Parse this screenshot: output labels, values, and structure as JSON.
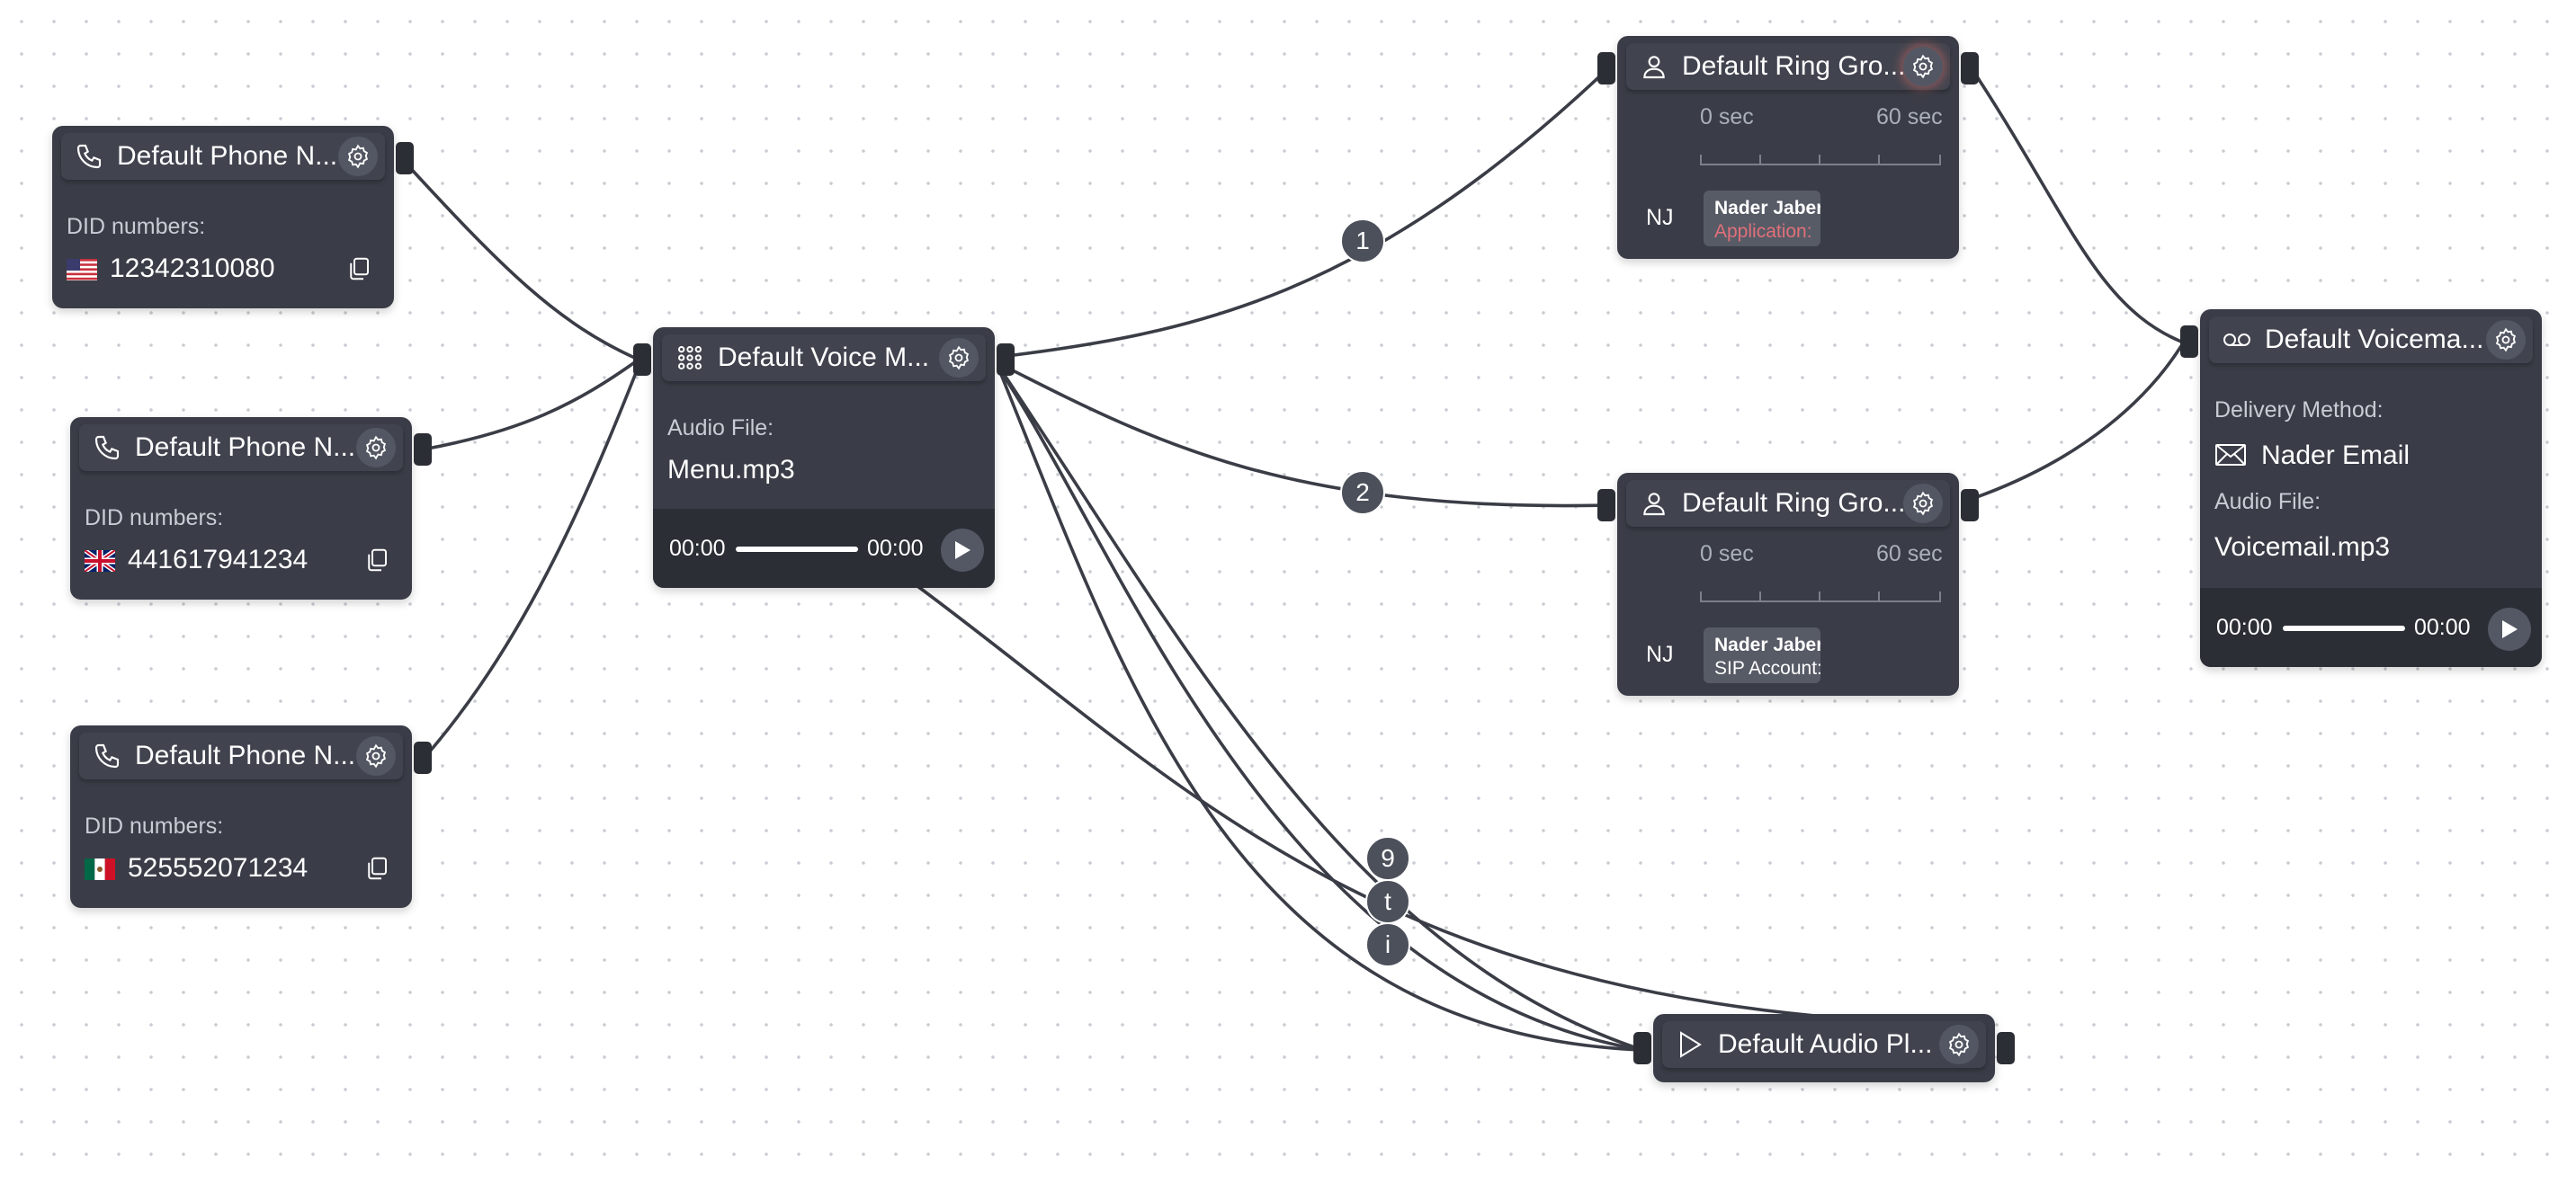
{
  "nodes": {
    "phone1": {
      "title": "Default Phone N...",
      "did_label": "DID numbers:",
      "number": "12342310080",
      "flag": "us-flag"
    },
    "phone2": {
      "title": "Default Phone N...",
      "did_label": "DID numbers:",
      "number": "441617941234",
      "flag": "uk-flag"
    },
    "phone3": {
      "title": "Default Phone N...",
      "did_label": "DID numbers:",
      "number": "525552071234",
      "flag": "mexico-flag"
    },
    "voice_menu": {
      "title": "Default Voice M...",
      "audio_label": "Audio File:",
      "audio_file": "Menu.mp3",
      "time_start": "00:00",
      "time_end": "00:00"
    },
    "ring_group_1": {
      "title": "Default Ring Gro...",
      "timeline_start": "0 sec",
      "timeline_end": "60 sec",
      "member_initials": "NJ",
      "member_name": "Nader Jaber",
      "member_sub": "Application:",
      "member_sub_color": "#e0707a"
    },
    "ring_group_2": {
      "title": "Default Ring Gro...",
      "timeline_start": "0 sec",
      "timeline_end": "60 sec",
      "member_initials": "NJ",
      "member_name": "Nader Jaber",
      "member_sub": "SIP Account:",
      "member_sub_color": "#ffffff"
    },
    "voicemail": {
      "title": "Default Voicema...",
      "delivery_label": "Delivery Method:",
      "delivery_value": "Nader Email",
      "audio_label": "Audio File:",
      "audio_file": "Voicemail.mp3",
      "time_start": "00:00",
      "time_end": "00:00"
    },
    "audio_player": {
      "title": "Default Audio Pl..."
    }
  },
  "edge_labels": {
    "one": "1",
    "two": "2",
    "nine": "9",
    "t": "t",
    "i": "i"
  },
  "colors": {
    "node_bg": "#3a3d47",
    "node_header": "#41444f",
    "wire": "#3a3d46",
    "canvas_dot": "#c9ccd2"
  }
}
